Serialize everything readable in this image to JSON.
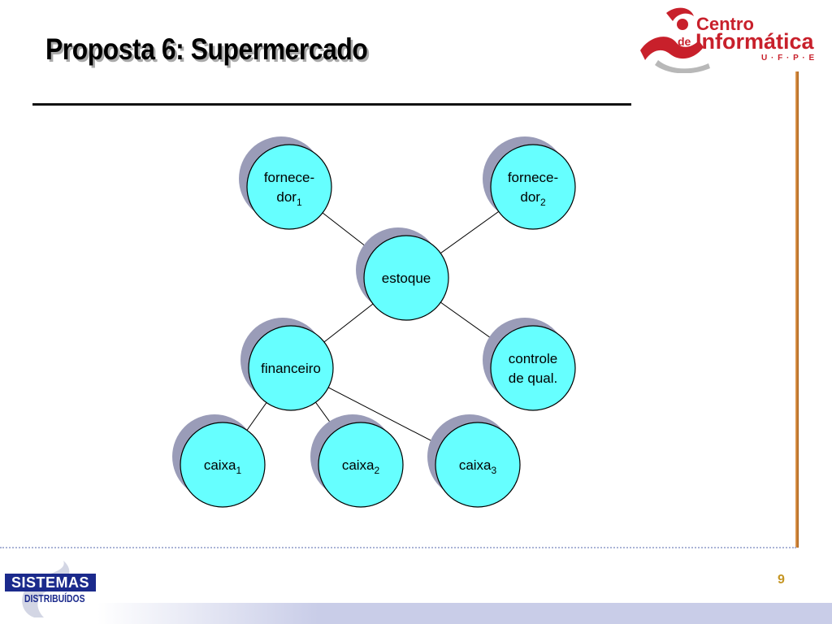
{
  "slide": {
    "title": "Proposta 6: Supermercado",
    "page_number": "9"
  },
  "logo": {
    "line1": "Centro",
    "line2_prefix": "de",
    "line2": "Informática",
    "line3": "U · F · P · E"
  },
  "footer_logo": {
    "top": "SISTEMAS",
    "bottom": "DISTRIBUÍDOS"
  },
  "diagram": {
    "nodes": [
      {
        "id": "fornecedor1",
        "lines": [
          "fornece-",
          "dor"
        ],
        "subscript": "1"
      },
      {
        "id": "fornecedor2",
        "lines": [
          "fornece-",
          "dor"
        ],
        "subscript": "2"
      },
      {
        "id": "estoque",
        "lines": [
          "estoque"
        ],
        "subscript": ""
      },
      {
        "id": "financeiro",
        "lines": [
          "financeiro"
        ],
        "subscript": ""
      },
      {
        "id": "controle",
        "lines": [
          "controle",
          "de qual."
        ],
        "subscript": ""
      },
      {
        "id": "caixa1",
        "lines": [
          "caixa"
        ],
        "subscript": "1"
      },
      {
        "id": "caixa2",
        "lines": [
          "caixa"
        ],
        "subscript": "2"
      },
      {
        "id": "caixa3",
        "lines": [
          "caixa"
        ],
        "subscript": "3"
      }
    ],
    "edges": [
      [
        "fornecedor1",
        "estoque"
      ],
      [
        "fornecedor2",
        "estoque"
      ],
      [
        "estoque",
        "financeiro"
      ],
      [
        "estoque",
        "controle"
      ],
      [
        "financeiro",
        "caixa1"
      ],
      [
        "financeiro",
        "caixa2"
      ],
      [
        "financeiro",
        "caixa3"
      ]
    ],
    "colors": {
      "node_fill": "#66ffff",
      "node_stroke": "#000000",
      "shadow_fill": "#9a9cb8",
      "edge": "#000000"
    }
  }
}
